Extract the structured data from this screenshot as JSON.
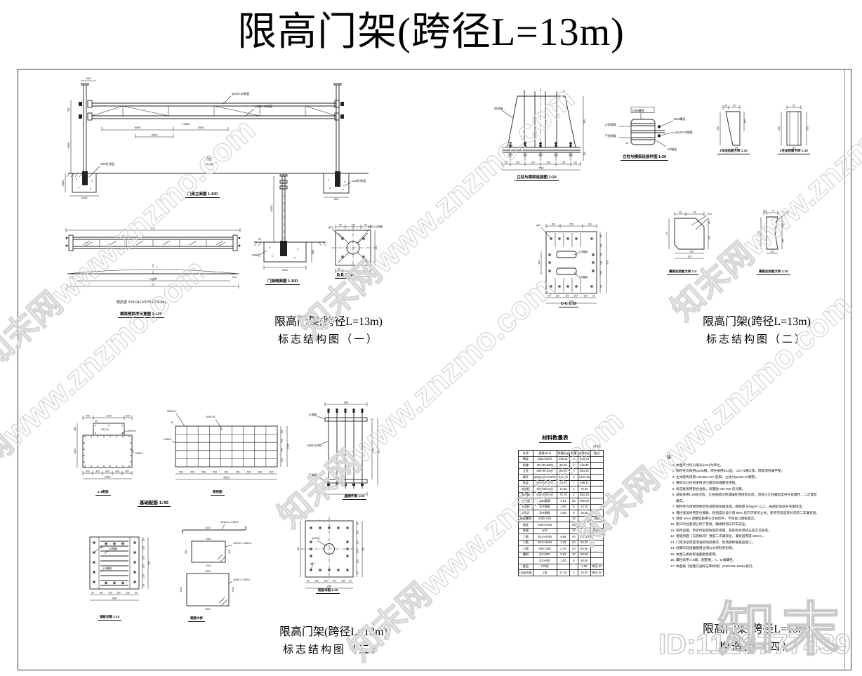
{
  "page": {
    "title": "限高门架(跨径L=13m)"
  },
  "watermark": {
    "diagonal": "知末网www.znzmo.com",
    "brand": "知末",
    "id": "ID:1123777439"
  },
  "caption_blocks": {
    "b1": {
      "line1": "限高门架(跨径L=13m)",
      "line2": "标志结构图（一）"
    },
    "b2": {
      "line1": "限高门架(跨径L=13m)",
      "line2": "标志结构图（二）"
    },
    "b3": {
      "line1": "限高门架(跨径L=13m)",
      "line2": "标志结构图（三）"
    },
    "b4": {
      "line1": "限高门架(跨径L=13m)",
      "line2": "构造图（四）"
    }
  },
  "fig_elevation": {
    "caption": "门架立面图 1:100",
    "pipe_top": "φ245×10钢管",
    "pipe_bot": "φ159×10钢管",
    "d450": "450",
    "d700": "700",
    "d5000": "5000",
    "d8000": "8000",
    "d2500": "2500",
    "d3000": "3000",
    "d13000": "13000",
    "d2000": "2000",
    "d3100": "3100",
    "d500": "500",
    "c25": "C25砼垫层",
    "center": "中心线"
  },
  "fig_beamplan": {
    "caption": "横梁预拱度示意图 1:100",
    "d13": "13",
    "formula": "预拱度 Y=0.04-0.0075477X²(m)",
    "d052": "0.52",
    "d1196": "11.96",
    "x": "X",
    "y": "Y"
  },
  "fig_side": {
    "caption": "门架侧面图 1:100",
    "d6300": "6300",
    "d50": "50",
    "d4000": "4000",
    "d300": "300",
    "c25": "C25砼"
  },
  "fig_bb": {
    "caption": "B-B 1:10",
    "phi34": "φ34",
    "d90": "90",
    "d130": "130",
    "pipe": "φ100×10钢管",
    "d50": "50",
    "d300": "300",
    "d400": "400"
  },
  "fig_conn": {
    "caption": "立柱与横梁连接图 1:10",
    "stiffener": "加劲板",
    "d50": "50",
    "d150": "150",
    "d100": "100",
    "d550": "550",
    "d350": "350",
    "c": "C"
  },
  "fig_connpart": {
    "caption": "立柱与横梁连接件图 1:20",
    "channel": "[28a槽钢",
    "top_pipe": "上弦钢管",
    "bot_pipe": "下弦钢管",
    "bolt": "M24螺栓",
    "pipe": "φ110×10钢管",
    "plate": "-24锚板",
    "d50": "50"
  },
  "fig_stiff1": {
    "caption": "1号加劲板大样 1:10",
    "d40": "40",
    "d60": "60",
    "d200": "200",
    "d100": "100",
    "d50": "50"
  },
  "fig_stiff2": {
    "caption": "2号加劲板大样 1:10",
    "d50": "50",
    "d200": "200"
  },
  "fig_cc": {
    "caption": "C-C 1:10",
    "phi34": "φ34",
    "d100": "100",
    "d250": "250",
    "d400": "400",
    "channel": "[10槽钢",
    "d50": "50",
    "d150": "150",
    "d550": "550"
  },
  "fig_gusset4": {
    "caption": "横梁加劲板大样 1:4",
    "d40": "40",
    "d60": "60",
    "d170": "170",
    "d130": "130",
    "d80": "80",
    "d100": "100",
    "d120": "120",
    "thk": "δ12"
  },
  "fig_gusset10": {
    "caption": "横梁加劲板大样 1:10",
    "d40": "40",
    "d70": "70",
    "d420": "420",
    "d250": "250",
    "d150": "150",
    "d120": "120",
    "thk": "δ10"
  },
  "fig_section": {
    "caption": "1-1断面",
    "d400": "400",
    "d1300": "1300",
    "d40": "40",
    "d500": "500",
    "d1500": "1500",
    "d450": "450",
    "d2100": "2100",
    "bar1": "2Φ14①",
    "bar2": "10Φ10②",
    "bar3": "10Φ8③"
  },
  "fig_plan": {
    "caption": "俯视图",
    "group_caption": "基础配筋 1:40",
    "bar1": "28Φ14①",
    "bar2": "10Φ10②",
    "bar3": "10Φ8③",
    "d500": "500",
    "d4500": "4500",
    "d350": "350",
    "d480": "480",
    "d484": "484",
    "d510": "510",
    "d2006": "2006",
    "d40": "40"
  },
  "fig_anchor": {
    "caption": "预埋件图 1:20",
    "top_plate": "上锚板",
    "bolt": "M30×1450",
    "bottom_plate": "下锚板",
    "d550": "550",
    "d50": "50",
    "d1450": "1450",
    "d1550": "1550"
  },
  "fig_splice": {
    "caption": "锚板详图 1:10",
    "phi34": "φ34",
    "channel": "[10槽钢",
    "d50": "50",
    "d150": "150",
    "d100": "100",
    "d550": "550"
  },
  "fig_bars": {
    "caption": "钢筋大样",
    "bar1": "32Φ14 L=4780①",
    "d4430": "4430",
    "bar2": "10Φ10 L=3450②",
    "d1520": "1520",
    "d540": "540",
    "bar3": "10Φ8 L=7250③",
    "d2020": "2020",
    "d1450": "1450"
  },
  "fig_baseplate": {
    "caption": "底板详图 1:10",
    "hole": "φ102孔",
    "phi34": "φ34",
    "d400": "400",
    "d50": "50",
    "d150": "150",
    "d100": "100",
    "d950": "950"
  },
  "table": {
    "title": "材料数量表",
    "unit": "(单位)",
    "headers": [
      "名称",
      "规格(mm)",
      "单重(kg)",
      "数量",
      "总重(kg)",
      "备注"
    ],
    "rows": [
      [
        "横梁",
        "[28a×5200",
        "206.11",
        "4",
        "636.76",
        ""
      ],
      [
        "斜撑",
        "75×45×5285",
        "29.26",
        "4",
        "116.96",
        ""
      ],
      [
        "立柱",
        "250×8×5200",
        "80.25",
        "4",
        "363.40",
        ""
      ],
      [
        "横杆",
        "φ245×10×13000",
        "621.65",
        "2",
        "1247.26",
        ""
      ],
      [
        "纵梁",
        "159×10×700",
        "23.72",
        "7",
        "166.11",
        ""
      ],
      [
        "加劲板",
        "300×300×25",
        "17.55",
        "4",
        "70.20",
        ""
      ],
      [
        "连接板",
        "550×550×30",
        "70.76",
        "4",
        "283.16",
        ""
      ],
      [
        "法兰盘",
        "φ20圆钢",
        "3.04",
        "52",
        "256.09",
        ""
      ],
      [
        "1号板",
        "δ16钢板",
        "1.60",
        "8",
        "13.20",
        ""
      ],
      [
        "2号板",
        "δ76钢板",
        "2.00",
        "8",
        "16.00",
        ""
      ],
      [
        "高强螺栓",
        "M30×140",
        "",
        "16",
        "",
        "成套"
      ],
      [
        "锚栓",
        "M30×1450",
        "",
        "52",
        "",
        ""
      ],
      [
        "垫圈",
        "φ30",
        "",
        "16",
        "",
        "成套配"
      ],
      [
        "①筋",
        "Φ14×4780",
        "5.68",
        "40",
        "227.20",
        ""
      ],
      [
        "②筋",
        "Φ10×3450",
        "2.25",
        "20",
        "45.00",
        ""
      ],
      [
        "③筋",
        "Φ8×7250",
        "2.79",
        "20",
        "55.80",
        ""
      ],
      [
        "槽钢",
        "[10×650",
        "5.50",
        "10",
        "55.08",
        ""
      ],
      [
        "",
        "[10×400",
        "1.00",
        "8",
        "20.00",
        ""
      ],
      [
        "垫层",
        "C25砼",
        "",
        "",
        "1.08",
        "单位:m³"
      ],
      [
        "(2)标志板",
        "1块",
        "17.15",
        "2",
        "34.30",
        "单位:m²"
      ]
    ]
  },
  "notes": {
    "label": "注：",
    "items": [
      "本图尺寸均以毫米(mm)为单位。",
      "钢构件均采用Q235钢，焊条采用E43型，U/2~4坡口焊，焊缝须饱满平整。",
      "主体结构采用 HN400×197 型钢，立柱为φ245×10钢管。",
      "横梁与立柱间采用法兰盘及高强螺栓连接。",
      "标志板采用铝合金板，表面贴 GB-700 反光膜。",
      "基础采用C25砼浇筑，立柱底部与预埋锚栓连接就位后，须校正立柱垂直度并拧紧螺栓，二次灌浆填实。",
      "钢构件均须经除锈后热浸镀锌防腐处理，镀锌量 600g/m² 以上，局部损伤处补涂富锌漆。",
      "锚栓埋设采用定位模板，砼强度达设计值 85% 后方可安装立柱，安装完毕后及时浇筑二次灌浆层。",
      "预留 3mm 调整垫板用于立柱找平，不足处以钢板垫实。",
      "施工时注意避让地下管线，确保结构与行车安全。",
      "构件运输、吊装时采取防变形措施，变形构件须矫正后方可安装。",
      "基础顶面（与底板间）预留二次灌浆层，灌浆层厚度 25mm 。",
      "门架净空高度须满足限高要求，现场放样复核后施工。",
      "柱脚与砼接触面周边须以水泥砂浆封闭。",
      "本图与相关标准图配合使用。",
      "螺栓采用 4.8级，配垫圈，A、B 级螺栓。",
      "本图按《道路交通标志和标线》(GB5768-1999) 执行。"
    ]
  }
}
